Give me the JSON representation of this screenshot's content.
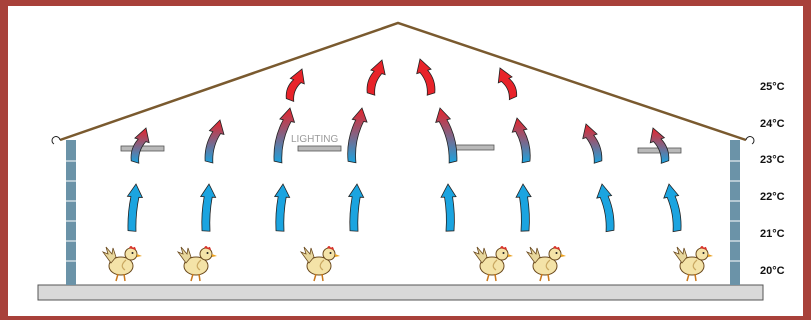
{
  "diagram": {
    "lighting_label": "LIGHTING",
    "temperature_scale": [
      "25°C",
      "24°C",
      "23°C",
      "22°C",
      "21°C",
      "20°C"
    ],
    "colors": {
      "roof": "#7a5a2f",
      "floor": "#d9d9d9",
      "wall": "#6b93a8",
      "cool_air": "#1ba4e0",
      "warm_air": "#e8232a",
      "light_bar": "#b9b9b9",
      "background_border": "#a8413a"
    },
    "air_flow": {
      "cool_arrow_count": 8,
      "mixed_arrow_count": 8,
      "warm_arrow_count": 4
    },
    "chickens": 6,
    "lighting_fixtures": 4
  }
}
